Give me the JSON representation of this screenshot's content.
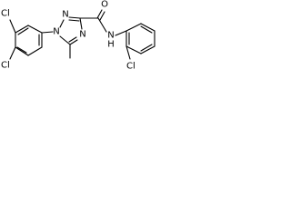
{
  "molecule": {
    "atom_labels": {
      "cl_top": "Cl",
      "cl_bottom": "Cl",
      "n1": "N",
      "n2": "N",
      "n4": "N",
      "o": "O",
      "nh": "N",
      "h": "H",
      "cl_right": "Cl"
    },
    "colors": {
      "bond": "#000000",
      "label": "#000000",
      "background": "#ffffff"
    }
  }
}
